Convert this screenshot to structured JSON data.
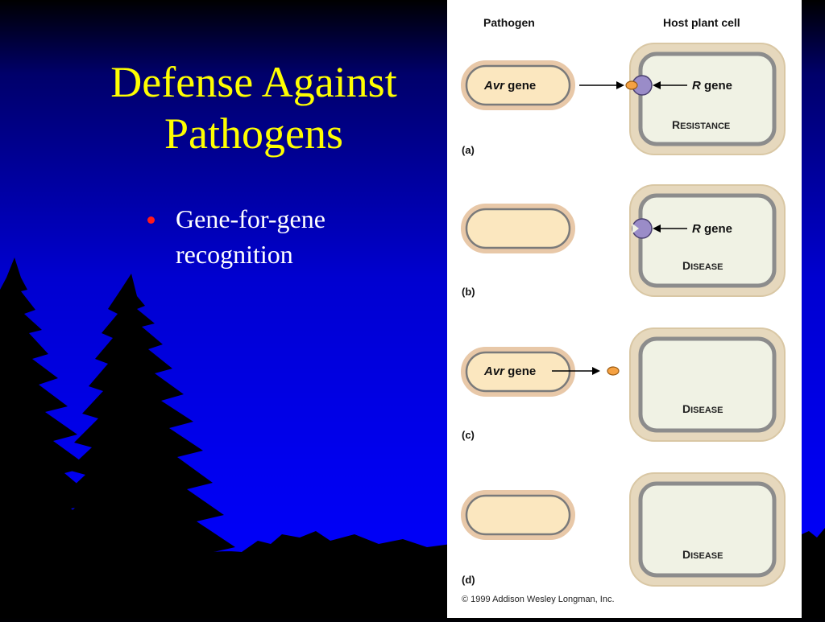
{
  "slide": {
    "title_line1": "Defense Against",
    "title_line2": "Pathogens",
    "bullets": [
      {
        "text_line1": "Gene-for-gene",
        "text_line2": "recognition"
      }
    ]
  },
  "figure": {
    "header_pathogen": "Pathogen",
    "header_host": "Host plant cell",
    "avr_italic": "Avr",
    "gene_word": " gene",
    "r_italic": "R",
    "panels": [
      {
        "label": "(a)",
        "outcome_cap": "R",
        "outcome_rest": "ESISTANCE"
      },
      {
        "label": "(b)",
        "outcome_cap": "D",
        "outcome_rest": "ISEASE"
      },
      {
        "label": "(c)",
        "outcome_cap": "D",
        "outcome_rest": "ISEASE"
      },
      {
        "label": "(d)",
        "outcome_cap": "D",
        "outcome_rest": "ISEASE"
      }
    ],
    "copyright": "© 1999 Addison Wesley Longman, Inc."
  },
  "colors": {
    "title": "#ffff00",
    "bullet_dot": "#ff1a1a",
    "pathogen_fill": "#fbe7bf",
    "pathogen_border": "#7a7a7a",
    "cell_wall": "#e6d8bd",
    "cell_membrane": "#8c8c8c",
    "cell_fill": "#f0f2e4",
    "receptor": "#9a8cc8",
    "elicitor": "#f5a142"
  }
}
